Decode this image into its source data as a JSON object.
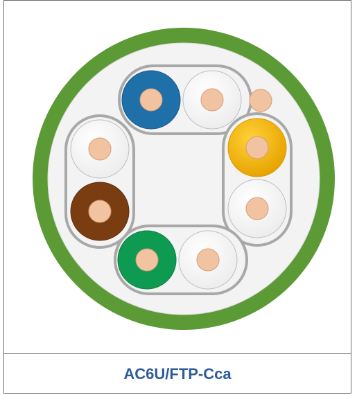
{
  "caption": "AC6U/FTP-Cca",
  "colors": {
    "sheath": "#5b9a35",
    "inner_fill": "#f3f3f3",
    "foil": "#a8a8a8",
    "copper": "#f2c3a0",
    "copper_edge": "#d39b76",
    "blue": "#1f6fa8",
    "brown": "#7a3d12",
    "green": "#0f9a52",
    "orange": "#f5b800",
    "white": "#f7f7f7",
    "drain": "#f2c3a0"
  },
  "pairs": [
    {
      "name": "blue-pair",
      "colored": "blue"
    },
    {
      "name": "orange-pair",
      "colored": "orange"
    },
    {
      "name": "green-pair",
      "colored": "green"
    },
    {
      "name": "brown-pair",
      "colored": "brown"
    }
  ]
}
